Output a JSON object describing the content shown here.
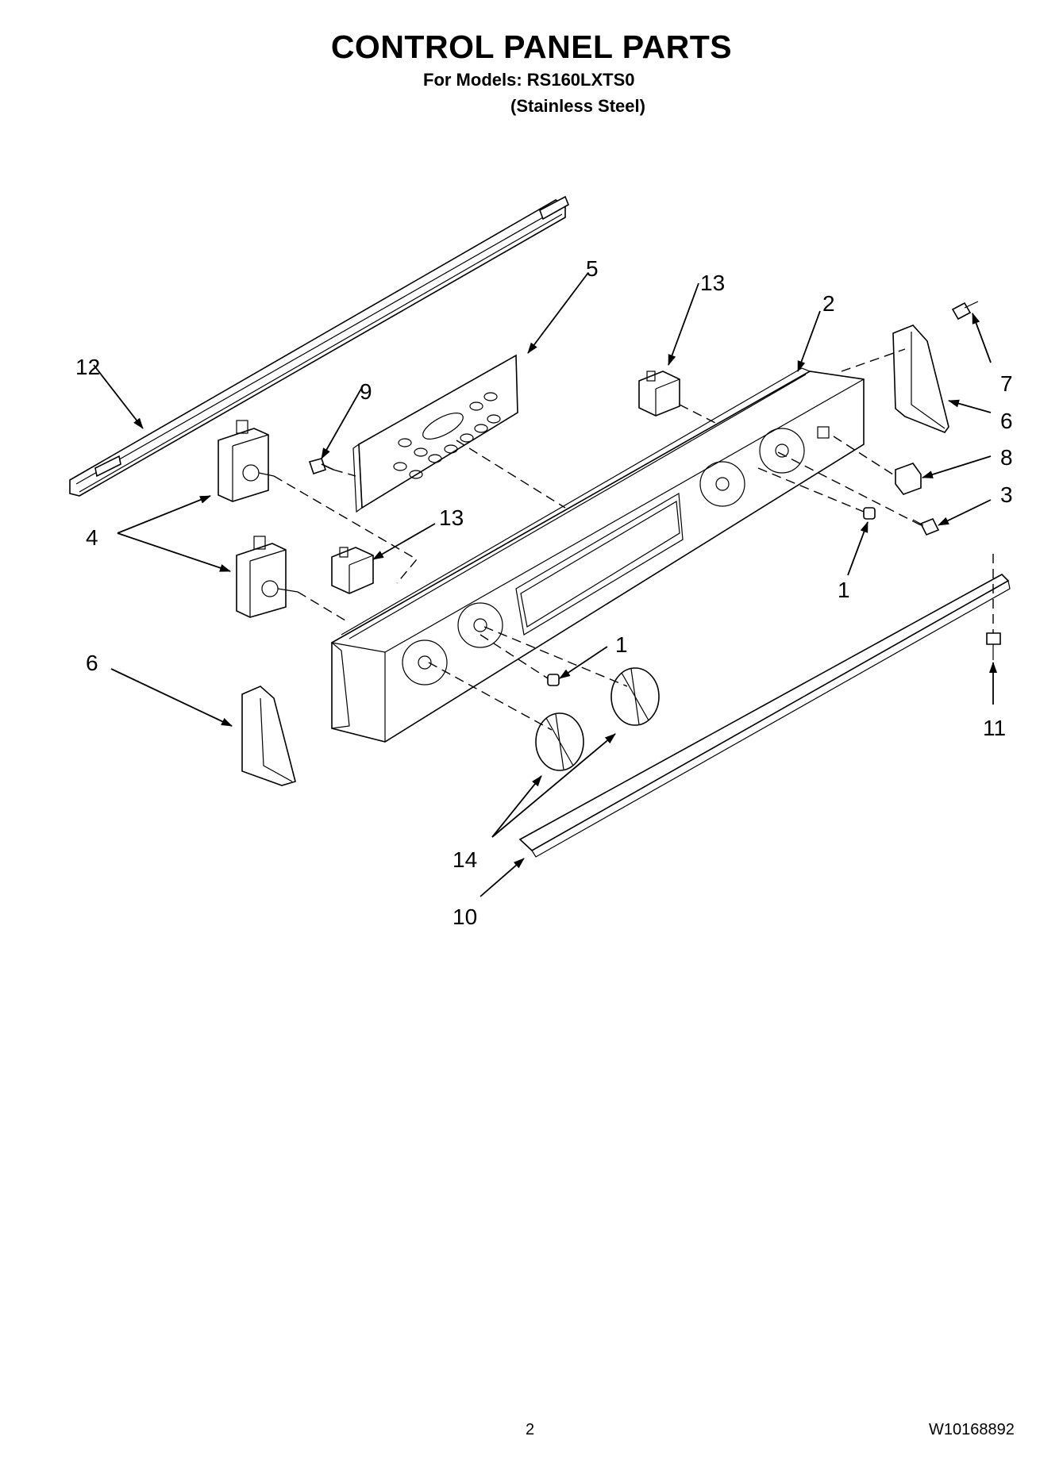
{
  "header": {
    "title": "CONTROL PANEL PARTS",
    "models_line": "For Models: RS160LXTS0",
    "finish_line": "(Stainless Steel)"
  },
  "callouts": {
    "c1a": "1",
    "c1b": "1",
    "c2": "2",
    "c3": "3",
    "c4": "4",
    "c5": "5",
    "c6a": "6",
    "c6b": "6",
    "c7": "7",
    "c8": "8",
    "c9": "9",
    "c10": "10",
    "c11": "11",
    "c12": "12",
    "c13a": "13",
    "c13b": "13",
    "c14": "14"
  },
  "footer": {
    "page_number": "2",
    "document_number": "W10168892"
  }
}
